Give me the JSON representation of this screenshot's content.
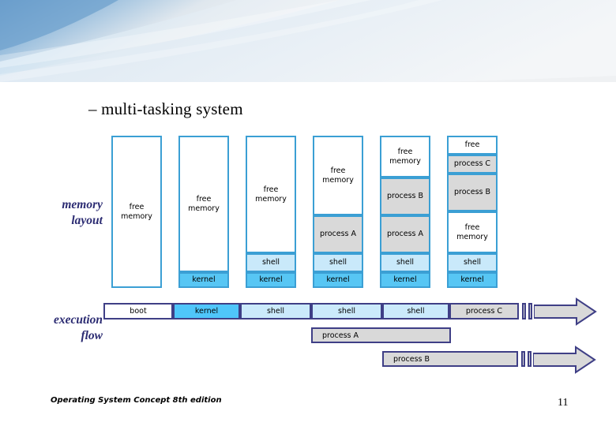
{
  "slide": {
    "title": "–  multi-tasking system",
    "footer_text": "Operating System Concept 8th edition",
    "page_number": "11"
  },
  "labels": {
    "memory_layout": "memory\nlayout",
    "execution_flow": "execution\nflow"
  },
  "colors": {
    "border_blue": "#3b9fd4",
    "border_navy": "#3f3f86",
    "kernel": "#57c6f4",
    "shell": "#c9e9fa",
    "process": "#d9d9d9",
    "free": "#ffffff",
    "label_navy": "#2b2b72",
    "banner_blue": "#6fa2ce"
  },
  "memory_layout": {
    "columns": [
      {
        "name": "snapshot-1",
        "cells": [
          {
            "label": "free\nmemory",
            "kind": "free"
          }
        ]
      },
      {
        "name": "snapshot-2",
        "cells": [
          {
            "label": "free\nmemory",
            "kind": "free"
          },
          {
            "label": "kernel",
            "kind": "kernel"
          }
        ]
      },
      {
        "name": "snapshot-3",
        "cells": [
          {
            "label": "free\nmemory",
            "kind": "free"
          },
          {
            "label": "shell",
            "kind": "shell"
          },
          {
            "label": "kernel",
            "kind": "kernel"
          }
        ]
      },
      {
        "name": "snapshot-4",
        "cells": [
          {
            "label": "free\nmemory",
            "kind": "free"
          },
          {
            "label": "process A",
            "kind": "process"
          },
          {
            "label": "shell",
            "kind": "shell"
          },
          {
            "label": "kernel",
            "kind": "kernel"
          }
        ]
      },
      {
        "name": "snapshot-5",
        "cells": [
          {
            "label": "free\nmemory",
            "kind": "free"
          },
          {
            "label": "process B",
            "kind": "process"
          },
          {
            "label": "process A",
            "kind": "process"
          },
          {
            "label": "shell",
            "kind": "shell"
          },
          {
            "label": "kernel",
            "kind": "kernel"
          }
        ]
      },
      {
        "name": "snapshot-6",
        "cells": [
          {
            "label": "free",
            "kind": "free"
          },
          {
            "label": "process C",
            "kind": "process"
          },
          {
            "label": "process B",
            "kind": "process"
          },
          {
            "label": "free\nmemory",
            "kind": "free"
          },
          {
            "label": "shell",
            "kind": "shell"
          },
          {
            "label": "kernel",
            "kind": "kernel"
          }
        ]
      }
    ]
  },
  "execution_flow": {
    "timeline": [
      {
        "label": "boot",
        "kind": "white"
      },
      {
        "label": "kernel",
        "kind": "kernel"
      },
      {
        "label": "shell",
        "kind": "shell"
      },
      {
        "label": "shell",
        "kind": "shell"
      },
      {
        "label": "shell",
        "kind": "shell"
      },
      {
        "label": "process C",
        "kind": "process"
      }
    ],
    "process_a_bar": "process A",
    "process_b_bar": "process B"
  }
}
